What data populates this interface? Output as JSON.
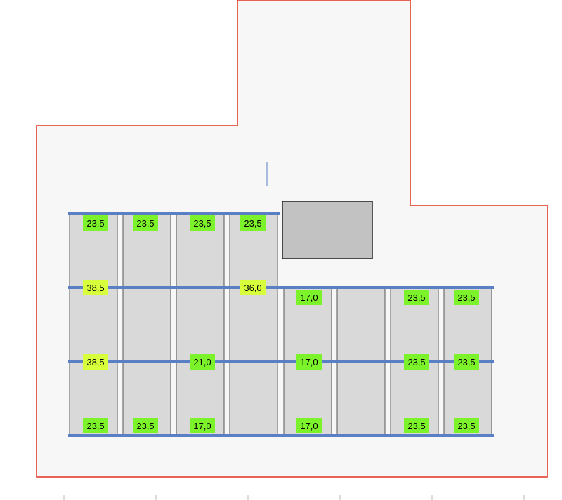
{
  "colors": {
    "background": "#ffffff",
    "roof_fill": "#f7f7f8",
    "roof_outline": "#e0301e",
    "panel_fill": "#d9d9d9",
    "panel_stroke": "#555555",
    "rail": "#5b7fc4",
    "obstacle_fill": "#c2c2c2",
    "obstacle_stroke": "#222222",
    "label_green": "#7cf22b",
    "label_yellow": "#d8ff3c",
    "ruler_tick": "#bbbbbb"
  },
  "load_labels": [
    {
      "text": "23,5",
      "tone": "green"
    },
    {
      "text": "23,5",
      "tone": "green"
    },
    {
      "text": "23,5",
      "tone": "green"
    },
    {
      "text": "23,5",
      "tone": "green"
    },
    {
      "text": "38,5",
      "tone": "yellow"
    },
    {
      "text": "36,0",
      "tone": "yellow"
    },
    {
      "text": "17,0",
      "tone": "green"
    },
    {
      "text": "23,5",
      "tone": "green"
    },
    {
      "text": "23,5",
      "tone": "green"
    },
    {
      "text": "38,5",
      "tone": "yellow"
    },
    {
      "text": "21,0",
      "tone": "green"
    },
    {
      "text": "17,0",
      "tone": "green"
    },
    {
      "text": "23,5",
      "tone": "green"
    },
    {
      "text": "23,5",
      "tone": "green"
    },
    {
      "text": "23,5",
      "tone": "green"
    },
    {
      "text": "23,5",
      "tone": "green"
    },
    {
      "text": "17,0",
      "tone": "green"
    },
    {
      "text": "17,0",
      "tone": "green"
    },
    {
      "text": "23,5",
      "tone": "green"
    },
    {
      "text": "23,5",
      "tone": "green"
    }
  ]
}
